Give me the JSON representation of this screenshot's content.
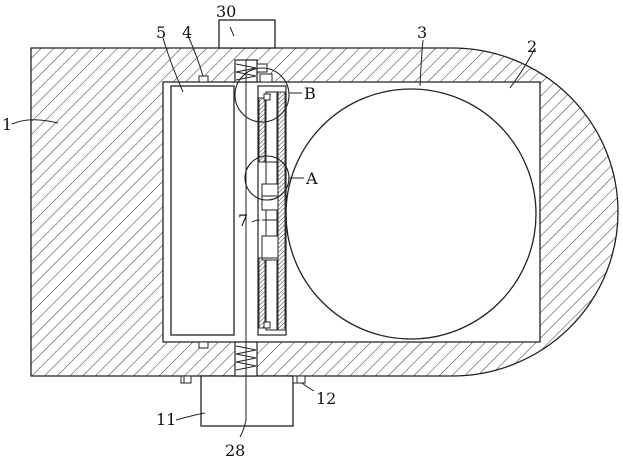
{
  "figure": {
    "labels": {
      "housing": "1",
      "chamber": "2",
      "roller": "3",
      "slot": "4",
      "block": "5",
      "plate": "7",
      "lower_case": "11",
      "foot": "12",
      "rod": "28",
      "upper_case": "30",
      "detail_a": "A",
      "detail_b": "B"
    }
  }
}
